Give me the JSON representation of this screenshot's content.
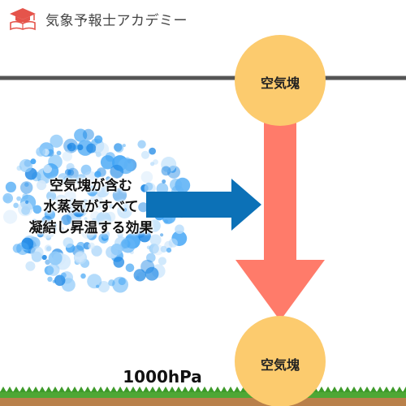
{
  "brand": {
    "name": "気象予報士アカデミー",
    "logo_icon": "graduation-cap-book-icon"
  },
  "diagram": {
    "upper_parcel_label": "空気塊",
    "lower_parcel_label": "空気塊",
    "effect_lines": [
      "空気塊が含む",
      "水蒸気がすべて",
      "凝結し昇温する効果"
    ],
    "pressure_label": "1000hPa",
    "colors": {
      "parcel": "#FCCB6E",
      "descent_arrow": "#FF7B6A",
      "effect_arrow": "#0C71B7",
      "level_line": "#555555",
      "ground_grass": "#4EA735",
      "ground_soil": "#B9804A"
    }
  }
}
